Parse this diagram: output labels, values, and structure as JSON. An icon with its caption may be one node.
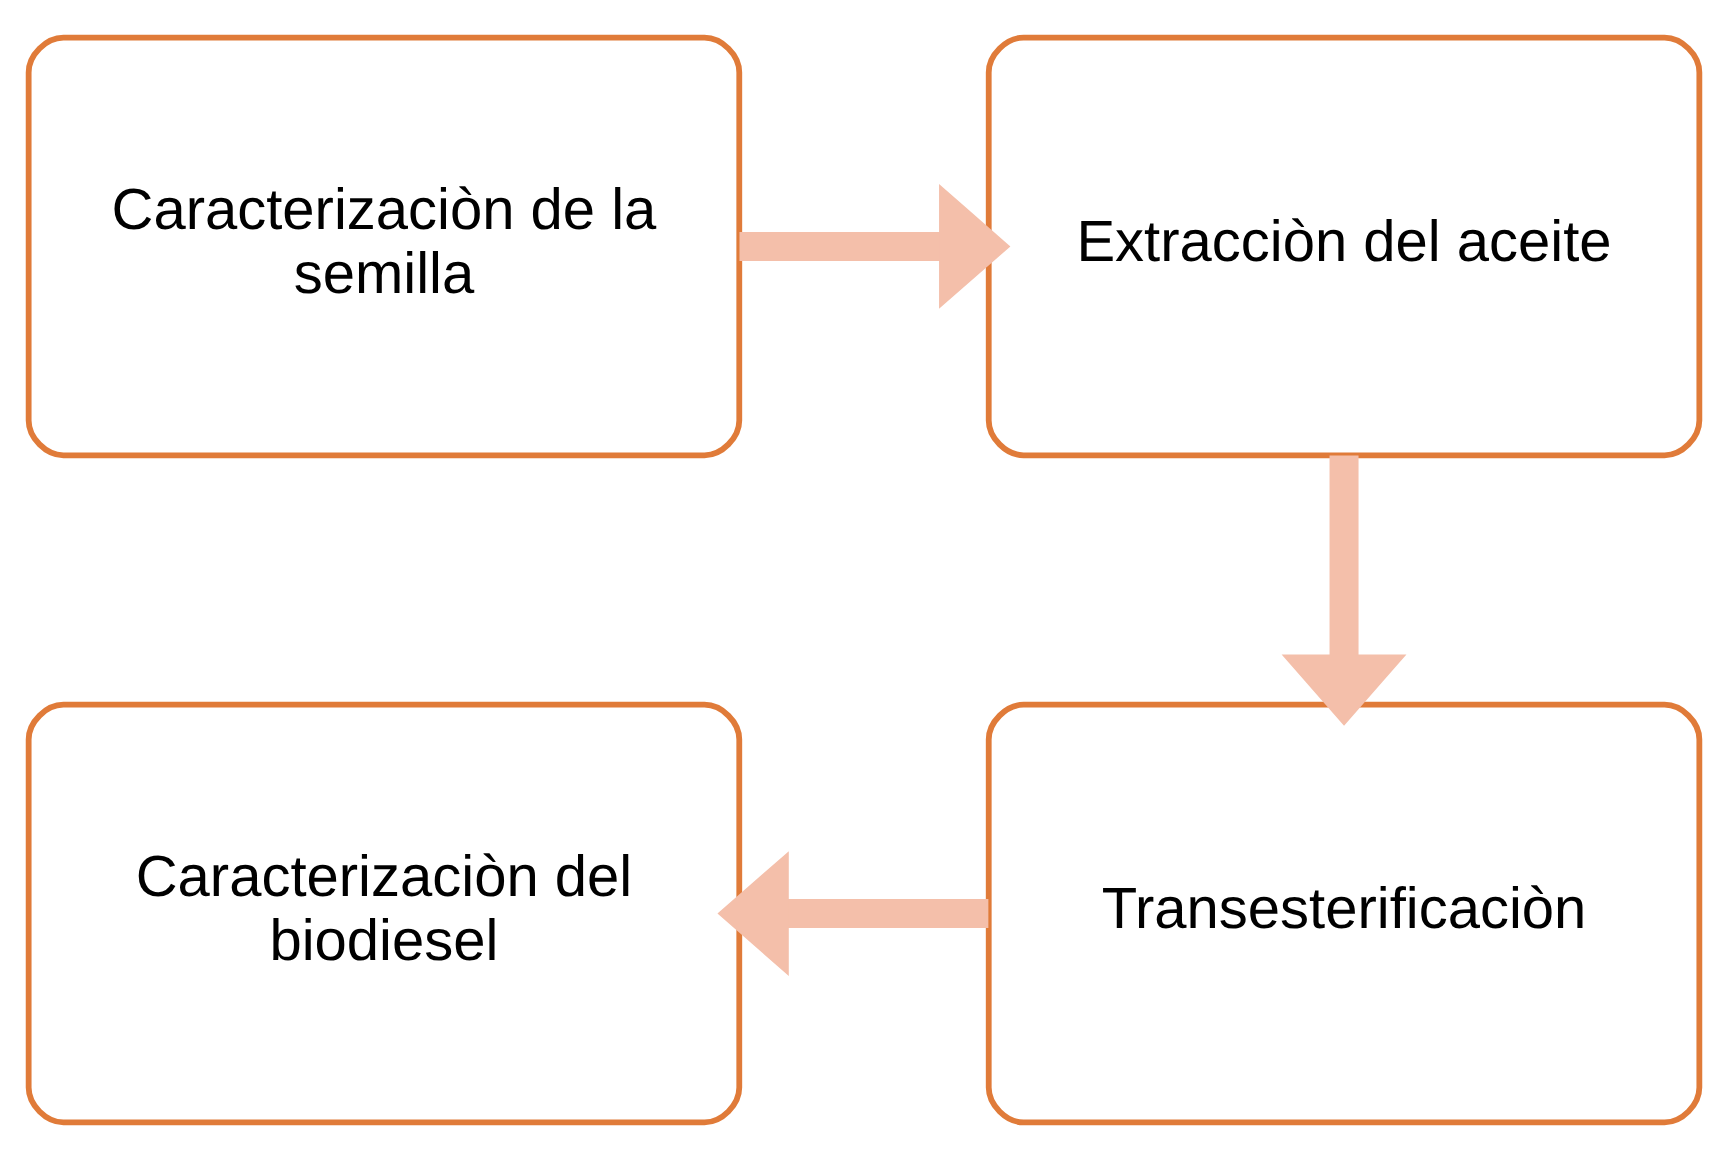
{
  "diagram": {
    "nodes": [
      {
        "text": [
          "Caracterizaciòn de la semilla"
        ]
      },
      {
        "text": [
          "Extracciòn del aceite"
        ]
      },
      {
        "text": [
          "Transesterificaciòn"
        ]
      },
      {
        "text": [
          "Caracterizaciòn del biodiesel"
        ]
      }
    ],
    "edges": [
      {
        "from": 0,
        "to": 1,
        "arrow": "to"
      },
      {
        "from": 1,
        "to": 2,
        "arrow": "to"
      },
      {
        "from": 2,
        "to": 3,
        "arrow": "to"
      }
    ]
  }
}
